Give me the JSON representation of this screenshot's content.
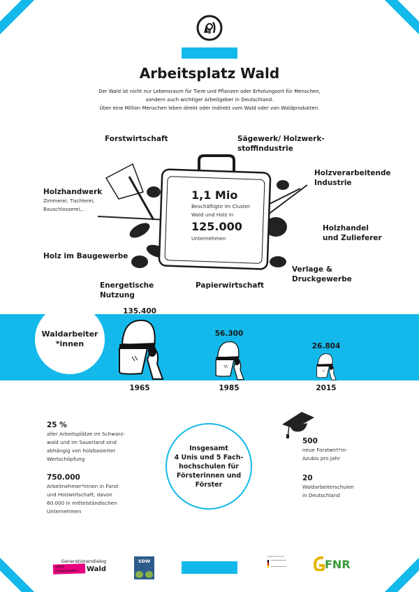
{
  "colors": {
    "accent": "#13b9ea",
    "fnr_green": "#3a9a3a",
    "magenta": "#e6007e"
  },
  "header": {
    "icon": "forest-tools-icon",
    "title": "Arbeitsplatz Wald",
    "intro": [
      "Der Wald ist nicht nur Lebensraum für Tiere und Pflanzen oder Erholungsort für Menschen,",
      "sondern auch wichtiger Arbeitgeber in Deutschland.",
      "Über eine Million Menschen leben direkt oder indirekt vom Wald oder von Waldprodukten."
    ]
  },
  "cluster": {
    "briefcase": {
      "big1": "1,1 Mio",
      "text1a": "Beschäftigte im Cluster",
      "text1b": "Wald und Holz in",
      "big2": "125.000",
      "text2": "Unternehmen"
    },
    "sectors": {
      "forst": "Forstwirtschaft",
      "saege1": "Sägewerk/ Holzwerk-",
      "saege2": "stoffindustrie",
      "holzverarb1": "Holzverarbeitende",
      "holzverarb2": "Industrie",
      "handwerk": "Holzhandwerk",
      "handwerk_sub1": "Zimmerei, Tischlerei,",
      "handwerk_sub2": "Bauschlosserei,..",
      "handel1": "Holzhandel",
      "handel2": "und Zulieferer",
      "bau": "Holz im Baugewerbe",
      "verlage1": "Verlage &",
      "verlage2": "Druckgewerbe",
      "energie1": "Energetische",
      "energie2": "Nutzung",
      "papier": "Papierwirtschaft"
    }
  },
  "workers": {
    "title1": "Waldarbeiter",
    "title2": "*innen",
    "years": [
      {
        "year": "1965",
        "count": "135.400",
        "value": 135400
      },
      {
        "year": "1985",
        "count": "56.300",
        "value": 56300
      },
      {
        "year": "2015",
        "count": "26.804",
        "value": 26804
      }
    ]
  },
  "stats": {
    "left": [
      {
        "num": "25 %",
        "lines": [
          "aller Arbeitsplätze im Schwarz-",
          "wald und im Sauerland sind",
          "abhängig von holzbasierter",
          "Wertschöpfung"
        ]
      },
      {
        "num": "750.000",
        "lines": [
          "Arbeitnehmer*innen in Forst-",
          "und Holzwirtschaft, davon",
          "60.000 in mittelständischen",
          "Unternehmen"
        ]
      }
    ],
    "circle": [
      "Insgesamt",
      "4 Unis und 5 Fach-",
      "hochschulen für",
      "Försterinnen und",
      "Förster"
    ],
    "right": [
      {
        "num": "500",
        "lines": [
          "neue Forstwirt*in-",
          "Azubis pro Jahr"
        ]
      },
      {
        "num": "20",
        "lines": [
          "Waldarbeiterschulen",
          "in Deutschland"
        ]
      }
    ]
  },
  "footer": {
    "gd_top": "Generationendialog",
    "gd_tag": "2050 mitgestalten",
    "gd_wald": "Wald",
    "sdw": "SDW",
    "bmel": "Gefördert durch",
    "fnr": "FNR"
  }
}
